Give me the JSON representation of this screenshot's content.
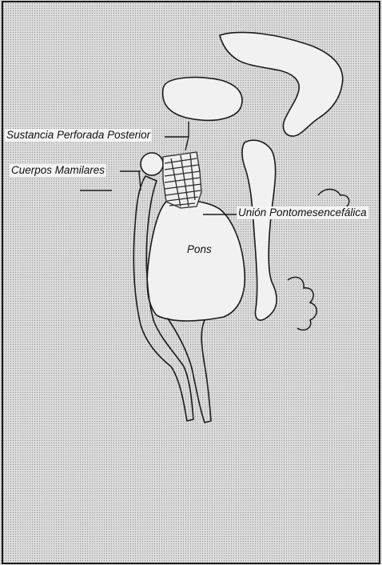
{
  "labels": {
    "sustancia": "Sustancia Perforada Posterior",
    "cuerpos": "Cuerpos Mamilares",
    "union": "Unión Pontomesencefálica",
    "pons": "Pons"
  },
  "colors": {
    "paper": "#d9d9d9",
    "ink": "#1a1a1a",
    "label_bg": "#f4f4f4",
    "hatch": "#2a2a2a"
  }
}
